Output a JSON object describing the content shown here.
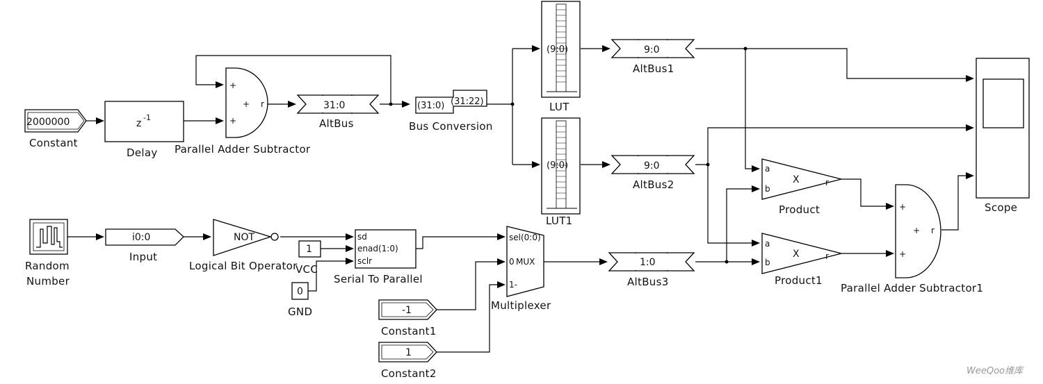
{
  "blocks": {
    "constant": {
      "label": "Constant",
      "value": "2000000"
    },
    "delay": {
      "label": "Delay",
      "content": "z",
      "exp": "-1"
    },
    "adder": {
      "label": "Parallel Adder Subtractor",
      "in1": "+",
      "in2": "+",
      "mid": "+",
      "out": "r"
    },
    "altbus": {
      "label": "AltBus",
      "value": "31:0"
    },
    "busconv": {
      "label": "Bus Conversion",
      "left": "(31:0)",
      "right": "(31:22)"
    },
    "lut": {
      "label": "LUT",
      "text": "(9:0)"
    },
    "lut1": {
      "label": "LUT1",
      "text": "(9:0)"
    },
    "altbus1": {
      "label": "AltBus1",
      "value": "9:0"
    },
    "altbus2": {
      "label": "AltBus2",
      "value": "9:0"
    },
    "scope": {
      "label": "Scope"
    },
    "random": {
      "label1": "Random",
      "label2": "Number"
    },
    "input": {
      "label": "Input",
      "value": "i0:0"
    },
    "not": {
      "label": "Logical Bit Operator",
      "value": "NOT"
    },
    "vcc": {
      "label": "VCC",
      "value": "1"
    },
    "gnd": {
      "label": "GND",
      "value": "0"
    },
    "s2p": {
      "label": "Serial To Parallel",
      "p1": "sd",
      "p2": "enad(1:0)",
      "p3": "sclr"
    },
    "mux": {
      "label": "Multiplexer",
      "sel": "sel(0:0)",
      "p0": "0",
      "mux": "MUX",
      "p1": "1-"
    },
    "constant1": {
      "label": "Constant1",
      "value": "-1"
    },
    "constant2": {
      "label": "Constant2",
      "value": "1"
    },
    "altbus3": {
      "label": "AltBus3",
      "value": "1:0"
    },
    "product": {
      "label": "Product",
      "a": "a",
      "b": "b",
      "x": "X",
      "r": "r"
    },
    "product1": {
      "label": "Product1",
      "a": "a",
      "b": "b",
      "x": "X",
      "r": "r"
    },
    "adder1": {
      "label": "Parallel Adder Subtractor1",
      "in1": "+",
      "in2": "+",
      "mid": "+",
      "out": "r"
    }
  },
  "watermark": "WeeQoo维库"
}
